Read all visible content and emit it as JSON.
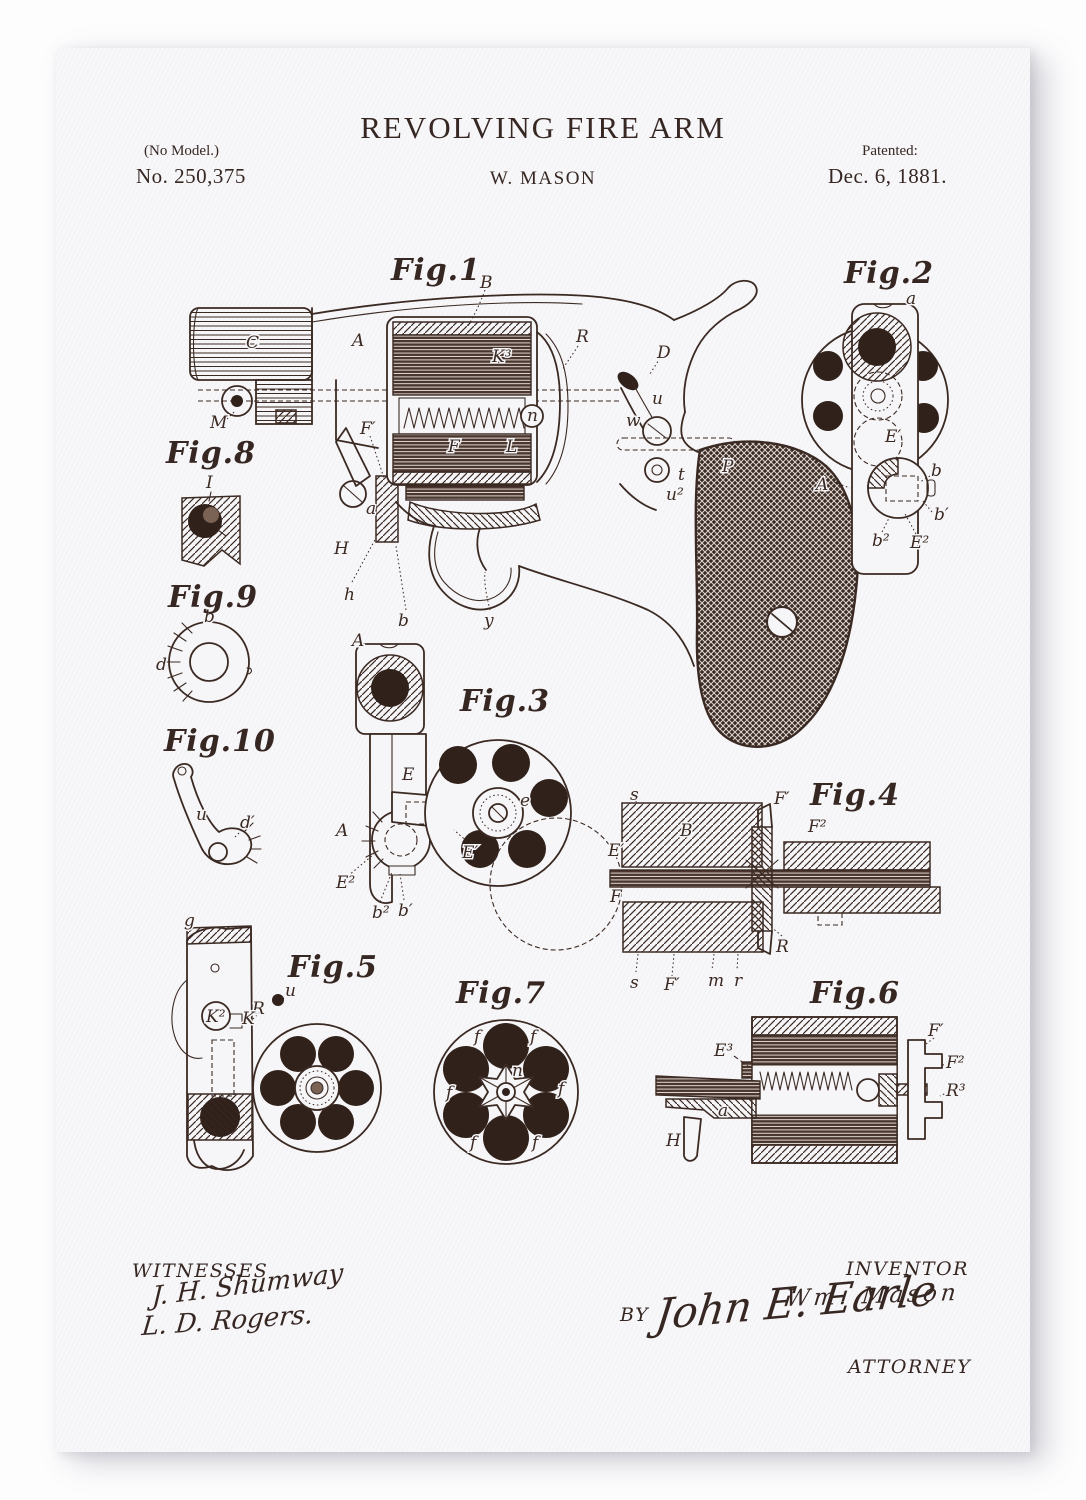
{
  "header": {
    "no_model": "(No Model.)",
    "patent_no": "No. 250,375",
    "title": "REVOLVING FIRE ARM",
    "author": "W. MASON",
    "patented_label": "Patented:",
    "patent_date": "Dec. 6, 1881."
  },
  "figures": {
    "fig1": {
      "label": "Fig.1",
      "parts": {
        "B": "B",
        "C": "C",
        "A": "A",
        "K3": "K³",
        "R": "R",
        "D": "D",
        "M": "M",
        "n": "n",
        "a": "a",
        "H": "H",
        "Fp": "F′",
        "F": "F",
        "L": "L",
        "w": "w",
        "u": "u",
        "t": "t",
        "u2": "u²",
        "P": "P",
        "y": "y",
        "h": "h",
        "b": "b"
      }
    },
    "fig2": {
      "label": "Fig.2",
      "parts": {
        "a": "a",
        "A": "A",
        "Ep": "E′",
        "b": "b",
        "bp": "b′",
        "b2": "b²",
        "E2": "E²"
      }
    },
    "fig3": {
      "label": "Fig.3",
      "parts": {
        "A1": "A",
        "A2": "A",
        "E": "E",
        "Ep": "E′",
        "e": "e",
        "E2": "E²",
        "b2": "b²",
        "bp": "b′"
      }
    },
    "fig4": {
      "label": "Fig.4",
      "parts": {
        "s1": "s",
        "B": "B",
        "Ep": "E′",
        "F": "F",
        "Fp1": "F′",
        "F2": "F²",
        "R": "R",
        "s2": "s",
        "Fp2": "F′",
        "m": "m",
        "r": "r"
      }
    },
    "fig5": {
      "label": "Fig.5",
      "parts": {
        "g": "g",
        "u": "u",
        "R": "R",
        "K2": "K²",
        "K": "K"
      }
    },
    "fig6": {
      "label": "Fig.6",
      "parts": {
        "E3": "E³",
        "Fp": "F′",
        "F2": "F²",
        "R3": "R³",
        "a": "a",
        "H": "H"
      }
    },
    "fig7": {
      "label": "Fig.7",
      "parts": {
        "n": "n",
        "f": "f"
      }
    },
    "fig8": {
      "label": "Fig.8",
      "parts": {
        "I": "I"
      }
    },
    "fig9": {
      "label": "Fig.9",
      "parts": {
        "b": "b",
        "d": "d"
      }
    },
    "fig10": {
      "label": "Fig.10",
      "parts": {
        "u": "u",
        "dp": "d′"
      }
    }
  },
  "footer": {
    "witnesses_label": "WITNESSES",
    "witness1": "J. H. Shumway",
    "witness2": "L. D. Rogers.",
    "by_label": "BY",
    "inventor_label": "INVENTOR",
    "inventor_signature": "Wm. Mason",
    "attorney_signature": "John E. Earle",
    "attorney_label": "ATTORNEY"
  }
}
